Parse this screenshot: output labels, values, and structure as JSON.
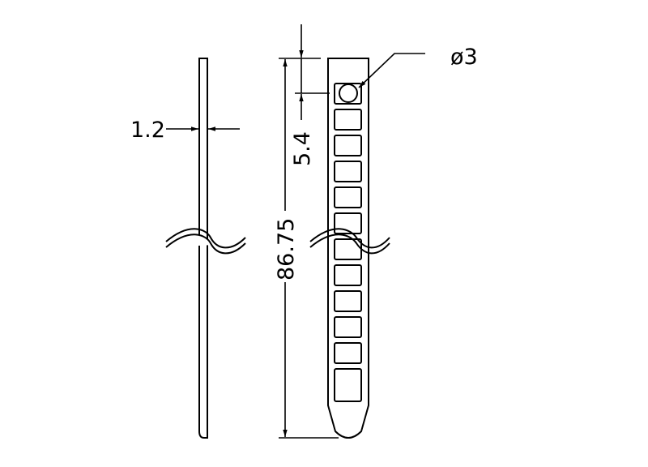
{
  "drawing": {
    "dimensions": {
      "thickness": "1.2",
      "total_length": "86.75",
      "hole_offset": "5.4",
      "hole_diameter": "ø3"
    },
    "slot_count": 12,
    "colors": {
      "line": "#000000",
      "background": "#ffffff"
    }
  }
}
